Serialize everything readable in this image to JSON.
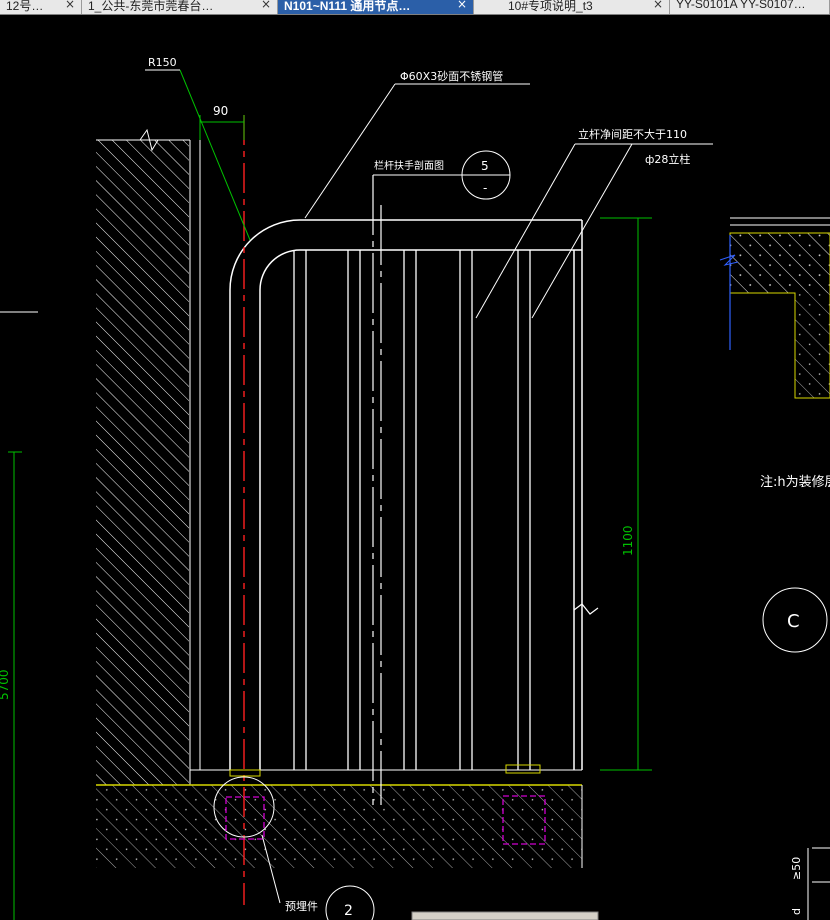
{
  "tabs": [
    {
      "label": "12号…",
      "active": false
    },
    {
      "label": "1_公共-东莞市莞春台…",
      "active": false
    },
    {
      "label": "N101~N111 通用节点…",
      "active": true
    },
    {
      "label": "10#专项说明_t3",
      "active": false
    },
    {
      "label": "YY-S0101A YY-S0107…",
      "active": false
    }
  ],
  "close_glyph": "×",
  "drawing": {
    "radius_label": "R150",
    "offset_dim": "90",
    "handrail_spec": "Φ60X3砂面不锈钢管",
    "post_spacing": "立杆净间距不大于110",
    "post_spec": "ф28立柱",
    "section_label": "栏杆扶手剖面图",
    "detail_number": "5",
    "detail_sheet": "-",
    "height_dim": "1100",
    "side_dim": "5700",
    "note": "注:h为装修层",
    "callout_c": "C",
    "embed_label": "预埋件",
    "callout_2": "2",
    "dim_50": "≥50",
    "dim_d": "d"
  },
  "colors": {
    "background": "#000000",
    "lines": "#ffffff",
    "dimension": "#00c000",
    "axis": "#ff2020",
    "embed": "#d000d0",
    "concrete": "#d8d800",
    "stair": "#3060ff"
  }
}
